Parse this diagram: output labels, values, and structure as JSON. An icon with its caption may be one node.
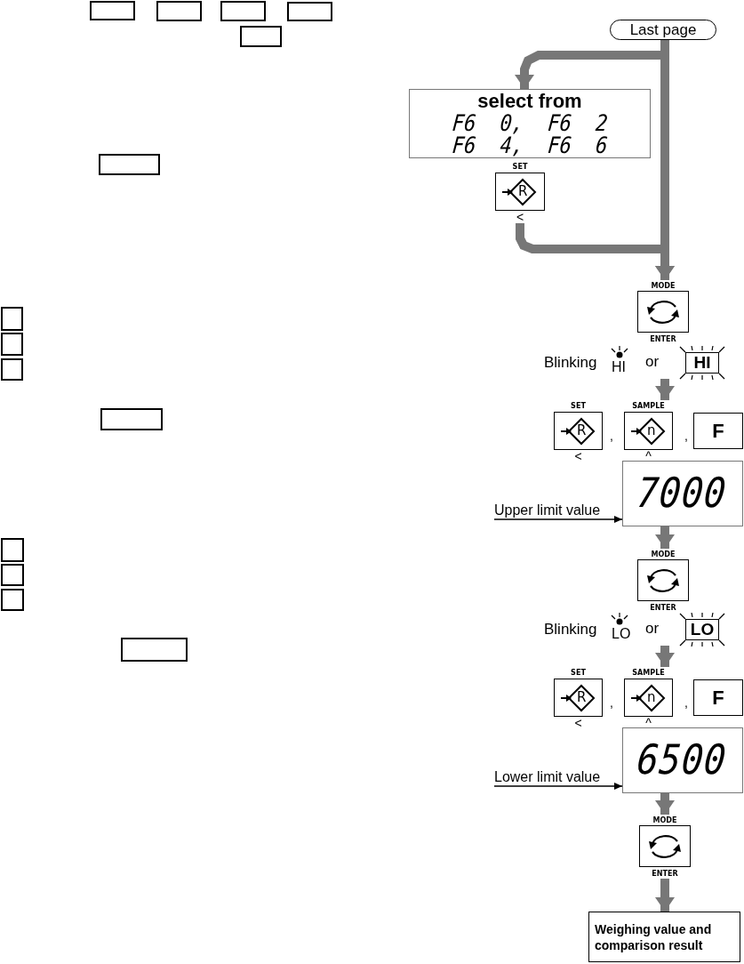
{
  "diagram": {
    "nodes": [
      {
        "text": [
          "Last page"
        ]
      },
      {
        "text": [
          "select from",
          "F6 0, F6 2",
          "F6 4, F6 6"
        ]
      },
      {
        "text": [
          "SET",
          "R"
        ],
        "beside": [
          "<"
        ]
      },
      {
        "text": [
          "MODE",
          "ENTER"
        ]
      },
      {
        "text": [
          "Blinking",
          "HI",
          "or",
          "HI"
        ]
      },
      {
        "text": [
          "SET",
          "R"
        ],
        "beside": [
          "<"
        ]
      },
      {
        "text": [
          "SAMPLE",
          "n"
        ],
        "beside": [
          "^"
        ]
      },
      {
        "text": [
          "F"
        ]
      },
      {
        "text": [
          "7000"
        ]
      },
      {
        "text": [
          "Upper limit value"
        ]
      },
      {
        "text": [
          "MODE",
          "ENTER"
        ]
      },
      {
        "text": [
          "Blinking",
          "LO",
          "or",
          "LO"
        ]
      },
      {
        "text": [
          "SET",
          "R"
        ],
        "beside": [
          "<"
        ]
      },
      {
        "text": [
          "SAMPLE",
          "n"
        ],
        "beside": [
          "^"
        ]
      },
      {
        "text": [
          "F"
        ]
      },
      {
        "text": [
          "6500"
        ]
      },
      {
        "text": [
          "Lower limit value"
        ]
      },
      {
        "text": [
          "MODE",
          "ENTER"
        ]
      },
      {
        "text": [
          "Weighing value and comparison result"
        ]
      },
      {
        "text": [],
        "shape": "box"
      },
      {
        "text": [],
        "shape": "box"
      },
      {
        "text": [],
        "shape": "box"
      },
      {
        "text": [],
        "shape": "box"
      },
      {
        "text": [],
        "shape": "box"
      },
      {
        "text": [],
        "shape": "box"
      },
      {
        "text": [],
        "shape": "box"
      },
      {
        "text": [],
        "shape": "box"
      },
      {
        "text": [],
        "shape": "box"
      },
      {
        "text": [],
        "shape": "box"
      },
      {
        "text": [],
        "shape": "box"
      },
      {
        "text": [],
        "shape": "box"
      },
      {
        "text": [],
        "shape": "box"
      },
      {
        "text": [],
        "shape": "box"
      }
    ],
    "edges": [
      {
        "from": 0,
        "to": 1,
        "arrow": "to"
      },
      {
        "from": 0,
        "to": 3,
        "arrow": "to"
      },
      {
        "from": 2,
        "to": 3,
        "arrow": "to"
      },
      {
        "from": 4,
        "to": 6,
        "arrow": "to"
      },
      {
        "from": 9,
        "to": 8,
        "arrow": "to",
        "color": "#000000"
      },
      {
        "from": 8,
        "to": 10,
        "arrow": "to"
      },
      {
        "from": 11,
        "to": 13,
        "arrow": "to"
      },
      {
        "from": 16,
        "to": 15,
        "arrow": "to",
        "color": "#000000"
      },
      {
        "from": 15,
        "to": 17,
        "arrow": "to"
      },
      {
        "from": 17,
        "to": 18,
        "arrow": "to"
      }
    ],
    "labels": [
      ",",
      ",",
      ",",
      ","
    ]
  }
}
